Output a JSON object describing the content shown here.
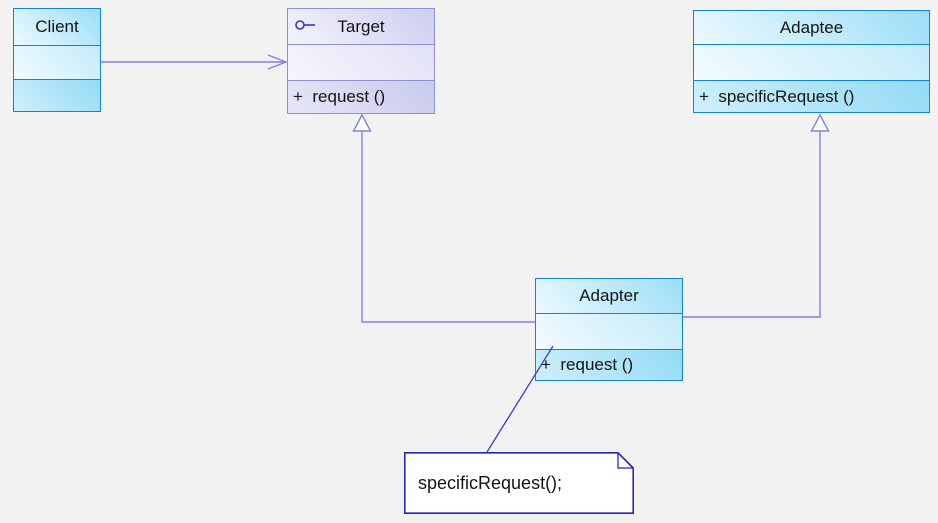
{
  "diagram": {
    "kind": "uml-class-diagram",
    "pattern": "Adapter",
    "background": "#f2f2f2"
  },
  "classes": {
    "client": {
      "name": "Client"
    },
    "target": {
      "name": "Target",
      "method": "+  request ()",
      "stereotype_icon": "interface-lollipop-icon"
    },
    "adaptee": {
      "name": "Adaptee",
      "method": "+  specificRequest ()"
    },
    "adapter": {
      "name": "Adapter",
      "method": "+  request ()"
    }
  },
  "note": {
    "text": "specificRequest();"
  },
  "relationships": [
    {
      "from": "Client",
      "to": "Target",
      "type": "dependency-arrow"
    },
    {
      "from": "Adapter",
      "to": "Target",
      "type": "generalization"
    },
    {
      "from": "Adapter",
      "to": "Adaptee",
      "type": "generalization"
    },
    {
      "from": "Adapter",
      "to": "Note",
      "type": "note-anchor"
    }
  ],
  "colors": {
    "class_border": "#1583d5",
    "class_fill": "#9cdef7",
    "interface_border": "#8f8fd6",
    "interface_fill": "#cdcdf0",
    "connector_purple": "#8282e4",
    "note_border": "#2525c2",
    "note_connector": "#3d3dcf",
    "background": "#f2f2f2",
    "text": "#141414"
  }
}
